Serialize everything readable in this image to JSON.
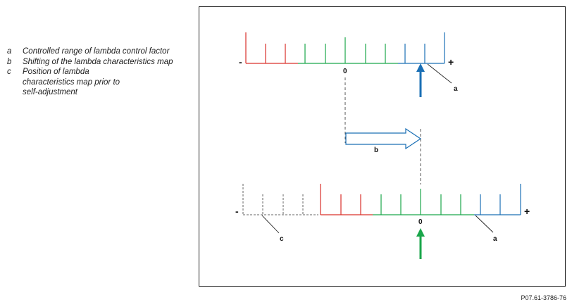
{
  "legend": [
    {
      "key": "a",
      "text": "Controlled range of lambda control factor"
    },
    {
      "key": "b",
      "text": "Shifting of the lambda characteristics map"
    },
    {
      "key": "c",
      "text": "Position of lambda characteristics map prior to self-adjustment"
    }
  ],
  "diagram": {
    "top_scale": {
      "minus": "-",
      "plus": "+",
      "zero": "0",
      "label_a": "a"
    },
    "shift": {
      "label_b": "b"
    },
    "bottom_scale": {
      "minus": "-",
      "plus": "+",
      "zero": "0",
      "label_a": "a",
      "label_c": "c"
    }
  },
  "colors": {
    "red": "#d9302a",
    "green": "#1aa64a",
    "blue": "#1a6fb5",
    "grey": "#666666",
    "frame": "#222222"
  },
  "figure_code": "P07.61-3786-76"
}
